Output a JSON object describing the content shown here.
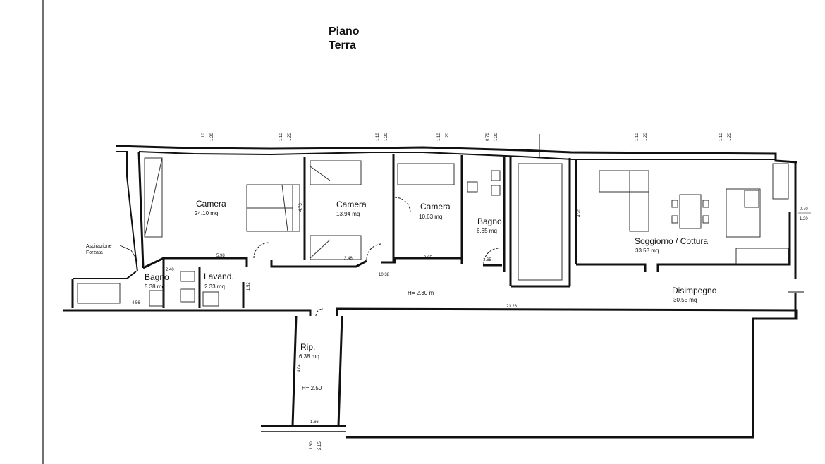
{
  "title": {
    "line1": "Piano",
    "line2": "Terra"
  },
  "rooms": [
    {
      "name": "Camera",
      "area": "24.10 mq"
    },
    {
      "name": "Camera",
      "area": "13.94 mq"
    },
    {
      "name": "Camera",
      "area": "10.63 mq"
    },
    {
      "name": "Bagno",
      "area": "6.65 mq"
    },
    {
      "name": "Soggiorno / Cottura",
      "area": "33.53 mq"
    },
    {
      "name": "Disimpegno",
      "area": "30.55 mq"
    },
    {
      "name": "Bagno",
      "area": "5.38 mq"
    },
    {
      "name": "Lavand.",
      "area": "2.33 mq"
    },
    {
      "name": "Rip.",
      "area": "6.38 mq"
    }
  ],
  "heights": {
    "main": "H= 2.30 m",
    "storage": "H= 2.50"
  },
  "note": {
    "line1": "Aspirazione",
    "line2": "Forzata"
  },
  "dimensions": {
    "w1": "1.10",
    "w1b": "1.20",
    "w2": "1.10",
    "w2b": "1.20",
    "w3": "1.10",
    "w3b": "1.20",
    "w4": "1.10",
    "w4b": "1.20",
    "w5": "0.70",
    "w5b": "1.20",
    "w6": "1.10",
    "w6b": "1.20",
    "w7": "1.10",
    "w7b": "1.20",
    "w8": "0.70",
    "w8b": "1.20",
    "w9": "1.80",
    "w9b": "2.15",
    "d1": "5.98",
    "d2": "3.46",
    "d3": "2.65",
    "d4": "1.65",
    "d5": "10.38",
    "d6": "21.28",
    "d7": "4.56",
    "d8": "1.66",
    "d9": "4.04",
    "d10": "4.73",
    "d11": "4.20",
    "d12": "2.40",
    "d13": "1.52"
  },
  "colors": {
    "ink": "#111111",
    "thin": "#333333",
    "paper": "#ffffff"
  }
}
